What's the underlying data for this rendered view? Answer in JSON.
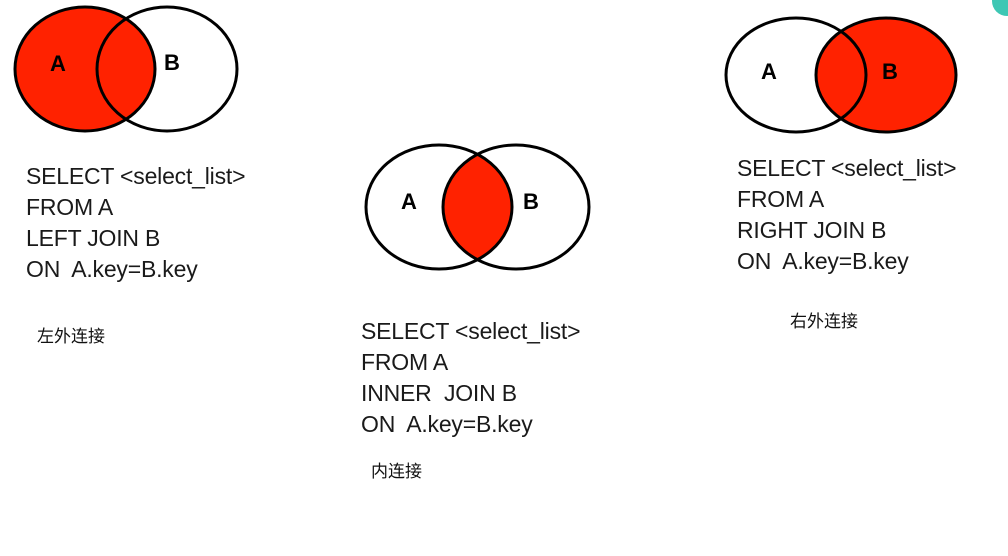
{
  "colors": {
    "highlight": "#ff2200",
    "stroke": "#000000",
    "accent": "#3ec7b4"
  },
  "diagrams": {
    "left_join": {
      "circle_a": "A",
      "circle_b": "B",
      "highlighted_region": "all of A",
      "sql": [
        "SELECT <select_list>",
        "FROM A",
        "LEFT JOIN B",
        "ON  A.key=B.key"
      ],
      "caption": "左外连接"
    },
    "inner_join": {
      "circle_a": "A",
      "circle_b": "B",
      "highlighted_region": "intersection of A and B",
      "sql": [
        "SELECT <select_list>",
        "FROM A",
        "INNER  JOIN B",
        "ON  A.key=B.key"
      ],
      "caption": "内连接"
    },
    "right_join": {
      "circle_a": "A",
      "circle_b": "B",
      "highlighted_region": "all of B",
      "sql": [
        "SELECT <select_list>",
        "FROM A",
        "RIGHT JOIN B",
        "ON  A.key=B.key"
      ],
      "caption": "右外连接"
    }
  }
}
